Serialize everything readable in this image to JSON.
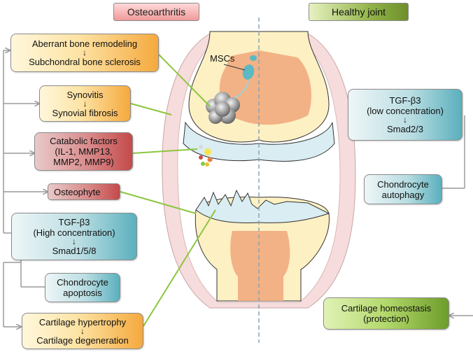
{
  "headers": {
    "left": "Osteoarthritis",
    "right": "Healthy joint"
  },
  "joint": {
    "mscs_label": "MSCs"
  },
  "left_boxes": {
    "remodeling": {
      "line1": "Aberrant bone remodeling",
      "arrow": "↓",
      "line2": "Subchondral  bone sclerosis"
    },
    "synovitis": {
      "line1": "Synovitis",
      "arrow": "↓",
      "line2": "Synovial fibrosis"
    },
    "catabolic": {
      "line1": "Catabolic factors",
      "line2": "(IL-1, MMP13,",
      "line3": "MMP2, MMP9)"
    },
    "osteophyte": {
      "line1": "Osteophyte"
    },
    "tgf_high": {
      "line1": "TGF-β3",
      "line2": "(High concentration)",
      "arrow": "↓",
      "line3": "Smad1/5/8"
    },
    "apoptosis": {
      "line1": "Chondrocyte",
      "line2": "apoptosis"
    },
    "hypertrophy": {
      "line1": "Cartilage hypertrophy",
      "arrow": "↓",
      "line2": "Cartilage degeneration"
    }
  },
  "right_boxes": {
    "tgf_low": {
      "line1": "TGF-β3",
      "line2": "(low concentration)",
      "arrow": "↓",
      "line3": "Smad2/3"
    },
    "autophagy": {
      "line1": "Chondrocyte",
      "line2": "autophagy"
    },
    "homeostasis": {
      "line1": "Cartilage homeostasis",
      "line2": "(protection)"
    }
  },
  "colors": {
    "connector_gray": "#9a9a9a",
    "pointer_green": "#8cc63f",
    "bone_yellow": "#fdf0c3",
    "marrow_orange": "#f2b285",
    "cartilage_blue": "#d9edf3",
    "capsule_pink": "#f6dcdc",
    "msc_teal": "#5bb9c4",
    "midline": "#8aa3b3"
  }
}
